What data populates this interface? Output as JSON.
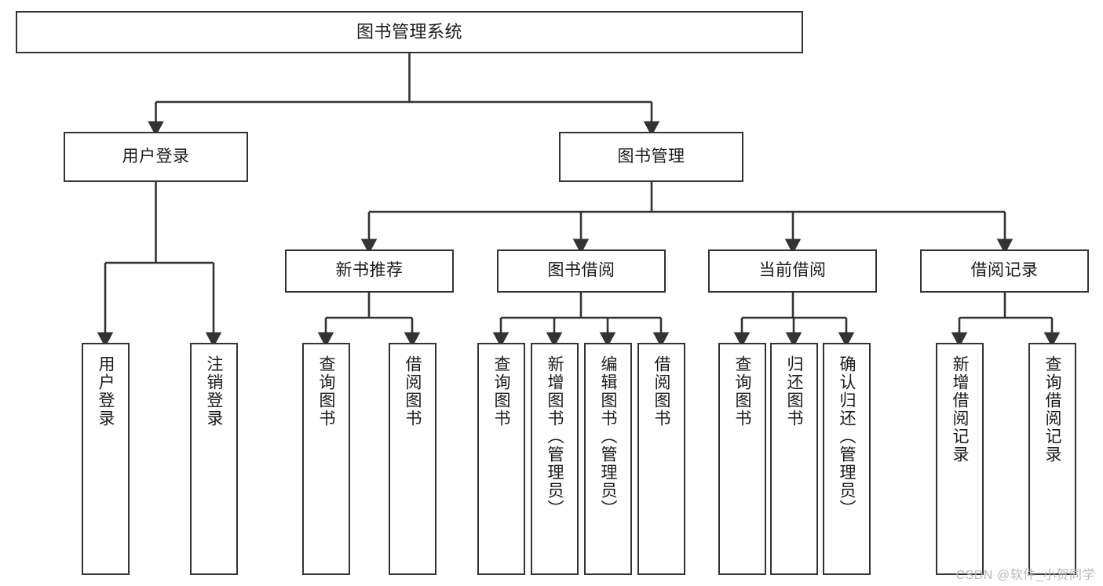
{
  "diagram": {
    "title": "图书管理系统",
    "type": "tree",
    "watermark": "CSDN @软件_小贺同学",
    "colors": {
      "stroke": "#333333",
      "fill": "#ffffff",
      "text": "#1a1a1a",
      "watermark": "#b8b8b8"
    },
    "root": {
      "label": "图书管理系统"
    },
    "level2": [
      {
        "label": "用户登录"
      },
      {
        "label": "图书管理"
      }
    ],
    "level3": [
      {
        "label": "新书推荐"
      },
      {
        "label": "图书借阅"
      },
      {
        "label": "当前借阅"
      },
      {
        "label": "借阅记录"
      }
    ],
    "leaves": {
      "user_login": [
        {
          "label": "用户登录"
        },
        {
          "label": "注销登录"
        }
      ],
      "new_book_recommend": [
        {
          "label": "查询图书"
        },
        {
          "label": "借阅图书"
        }
      ],
      "book_borrow": [
        {
          "label": "查询图书"
        },
        {
          "label": "新增图书（管理员）"
        },
        {
          "label": "编辑图书（管理员）"
        },
        {
          "label": "借阅图书"
        }
      ],
      "current_borrow": [
        {
          "label": "查询图书"
        },
        {
          "label": "归还图书"
        },
        {
          "label": "确认归还（管理员）"
        }
      ],
      "borrow_record": [
        {
          "label": "新增借阅记录"
        },
        {
          "label": "查询借阅记录"
        }
      ]
    }
  }
}
